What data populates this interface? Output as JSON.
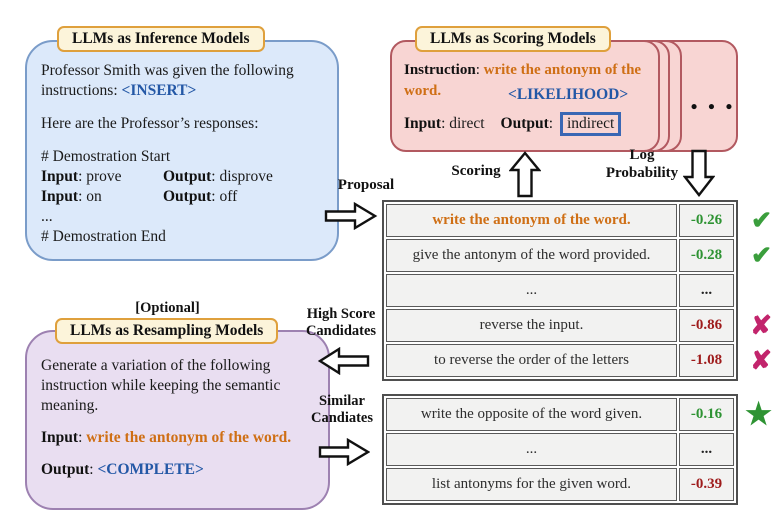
{
  "punct": {
    "colon": ": "
  },
  "colors": {
    "inference_fill": "#dce9fa",
    "inference_border": "#7a9cc9",
    "scoring_fill": "#f8d5d3",
    "scoring_border": "#b25960",
    "resampling_fill": "#e9def1",
    "resampling_border": "#9d81b1",
    "header_fill": "#fcf4da",
    "header_border": "#dfa03c",
    "accent_orange": "#cf6f15",
    "token_blue": "#2458a6",
    "score_good": "#2e9333",
    "score_bad": "#9e1b1b",
    "mark_check": "#3a9e3c",
    "mark_cross": "#c2246c",
    "mark_star": "#2e9333"
  },
  "inference": {
    "title": "LLMs as Inference Models",
    "prompt_prefix": "Professor Smith was given the following instructions: ",
    "insert_token": "<INSERT>",
    "responses_line": "Here are the Professor’s responses:",
    "demo_start": "# Demostration Start",
    "demos": [
      {
        "input_label": "Input",
        "input_value": "prove",
        "output_label": "Output",
        "output_value": "disprove"
      },
      {
        "input_label": "Input",
        "input_value": "on",
        "output_label": "Output",
        "output_value": "off"
      }
    ],
    "ellipsis": "...",
    "demo_end": "# Demostration End"
  },
  "scoring": {
    "title": "LLMs as Scoring Models",
    "instruction_label": "Instruction",
    "instruction_text": "write the antonym of the word.",
    "likelihood_token": "<LIKELIHOOD>",
    "input_label": "Input",
    "input_value": "direct",
    "output_label": "Output",
    "output_value": "indirect",
    "stack_dots": "• • •"
  },
  "resampling": {
    "optional_tag": "[Optional]",
    "title": "LLMs as Resampling Models",
    "body": "Generate a variation of the following instruction while keeping the semantic meaning.",
    "input_label": "Input",
    "input_value": "write the antonym of the word.",
    "output_label": "Output",
    "output_value": "<COMPLETE>"
  },
  "labels": {
    "proposal": "Proposal",
    "scoring": "Scoring",
    "log_line1": "Log",
    "log_line2": "Probability",
    "high_score_line1": "High Score",
    "high_score_line2": "Candidates",
    "similar_line1": "Similar",
    "similar_line2": "Candiates"
  },
  "score_table": {
    "rows": [
      {
        "text": "write the antonym of the word.",
        "accent": true,
        "score": "-0.26",
        "score_style": "good",
        "mark": "check"
      },
      {
        "text": "give the antonym of the word provided.",
        "accent": false,
        "score": "-0.28",
        "score_style": "good",
        "mark": "check"
      },
      {
        "text": "...",
        "accent": false,
        "score": "...",
        "score_style": "plain",
        "mark": "none"
      },
      {
        "text": "reverse the input.",
        "accent": false,
        "score": "-0.86",
        "score_style": "bad",
        "mark": "cross"
      },
      {
        "text": "to reverse the order of the letters",
        "accent": false,
        "score": "-1.08",
        "score_style": "bad",
        "mark": "cross"
      }
    ]
  },
  "resample_table": {
    "rows": [
      {
        "text": "write the opposite of the word given.",
        "accent": false,
        "score": "-0.16",
        "score_style": "good",
        "mark": "star"
      },
      {
        "text": "...",
        "accent": false,
        "score": "...",
        "score_style": "plain",
        "mark": "none"
      },
      {
        "text": "list antonyms for the given word.",
        "accent": false,
        "score": "-0.39",
        "score_style": "bad",
        "mark": "none"
      }
    ]
  }
}
